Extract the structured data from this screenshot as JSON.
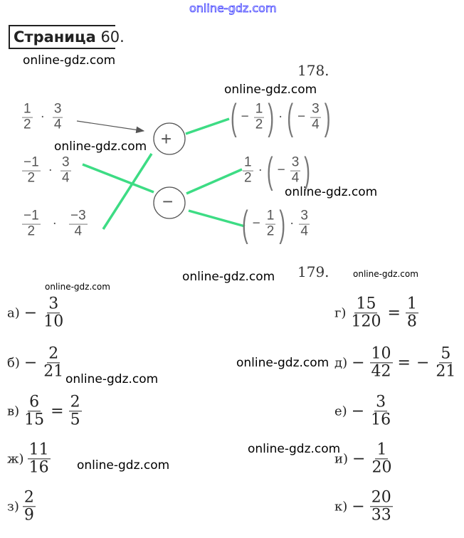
{
  "watermark": "online-gdz.com",
  "header": {
    "title_bold": "Страница",
    "title_number": "60."
  },
  "task178": {
    "number": "178.",
    "plus_sign": "+",
    "minus_sign": "−",
    "left": [
      [
        {
          "n": "1",
          "d": "2"
        },
        "·",
        {
          "n": "3",
          "d": "4"
        }
      ],
      [
        {
          "n": "−1",
          "d": "2"
        },
        "·",
        {
          "n": "3",
          "d": "4"
        }
      ],
      [
        {
          "n": "−1",
          "d": "2"
        },
        "·",
        {
          "n": "−3",
          "d": "4"
        }
      ]
    ],
    "right": [
      [
        "(",
        "−",
        {
          "n": "1",
          "d": "2"
        },
        ")",
        "·",
        "(",
        "−",
        {
          "n": "3",
          "d": "4"
        },
        ")"
      ],
      [
        {
          "n": "1",
          "d": "2"
        },
        "·",
        "(",
        "−",
        {
          "n": "3",
          "d": "4"
        },
        ")"
      ],
      [
        "(",
        "−",
        {
          "n": "1",
          "d": "2"
        },
        ")",
        "·",
        {
          "n": "3",
          "d": "4"
        }
      ]
    ],
    "line_color": "#3ddc84"
  },
  "task179": {
    "number": "179.",
    "answers_left": [
      {
        "label": "а)",
        "expr": [
          "−",
          {
            "n": "3",
            "d": "10"
          }
        ]
      },
      {
        "label": "б)",
        "expr": [
          "−",
          {
            "n": "2",
            "d": "21"
          }
        ]
      },
      {
        "label": "в)",
        "expr": [
          {
            "n": "6",
            "d": "15"
          },
          "=",
          {
            "n": "2",
            "d": "5"
          }
        ]
      },
      {
        "label": "ж)",
        "expr": [
          {
            "n": "11",
            "d": "16"
          }
        ]
      },
      {
        "label": "з)",
        "expr": [
          {
            "n": "2",
            "d": "9"
          }
        ]
      }
    ],
    "answers_right": [
      {
        "label": "г)",
        "expr": [
          {
            "n": "15",
            "d": "120"
          },
          "=",
          {
            "n": "1",
            "d": "8"
          }
        ]
      },
      {
        "label": "д)",
        "expr": [
          "−",
          {
            "n": "10",
            "d": "42"
          },
          "=",
          "−",
          {
            "n": "5",
            "d": "21"
          }
        ]
      },
      {
        "label": "е)",
        "expr": [
          "−",
          {
            "n": "3",
            "d": "16"
          }
        ]
      },
      {
        "label": "и)",
        "expr": [
          "−",
          {
            "n": "1",
            "d": "20"
          }
        ]
      },
      {
        "label": "к)",
        "expr": [
          "−",
          {
            "n": "20",
            "d": "33"
          }
        ]
      }
    ]
  }
}
